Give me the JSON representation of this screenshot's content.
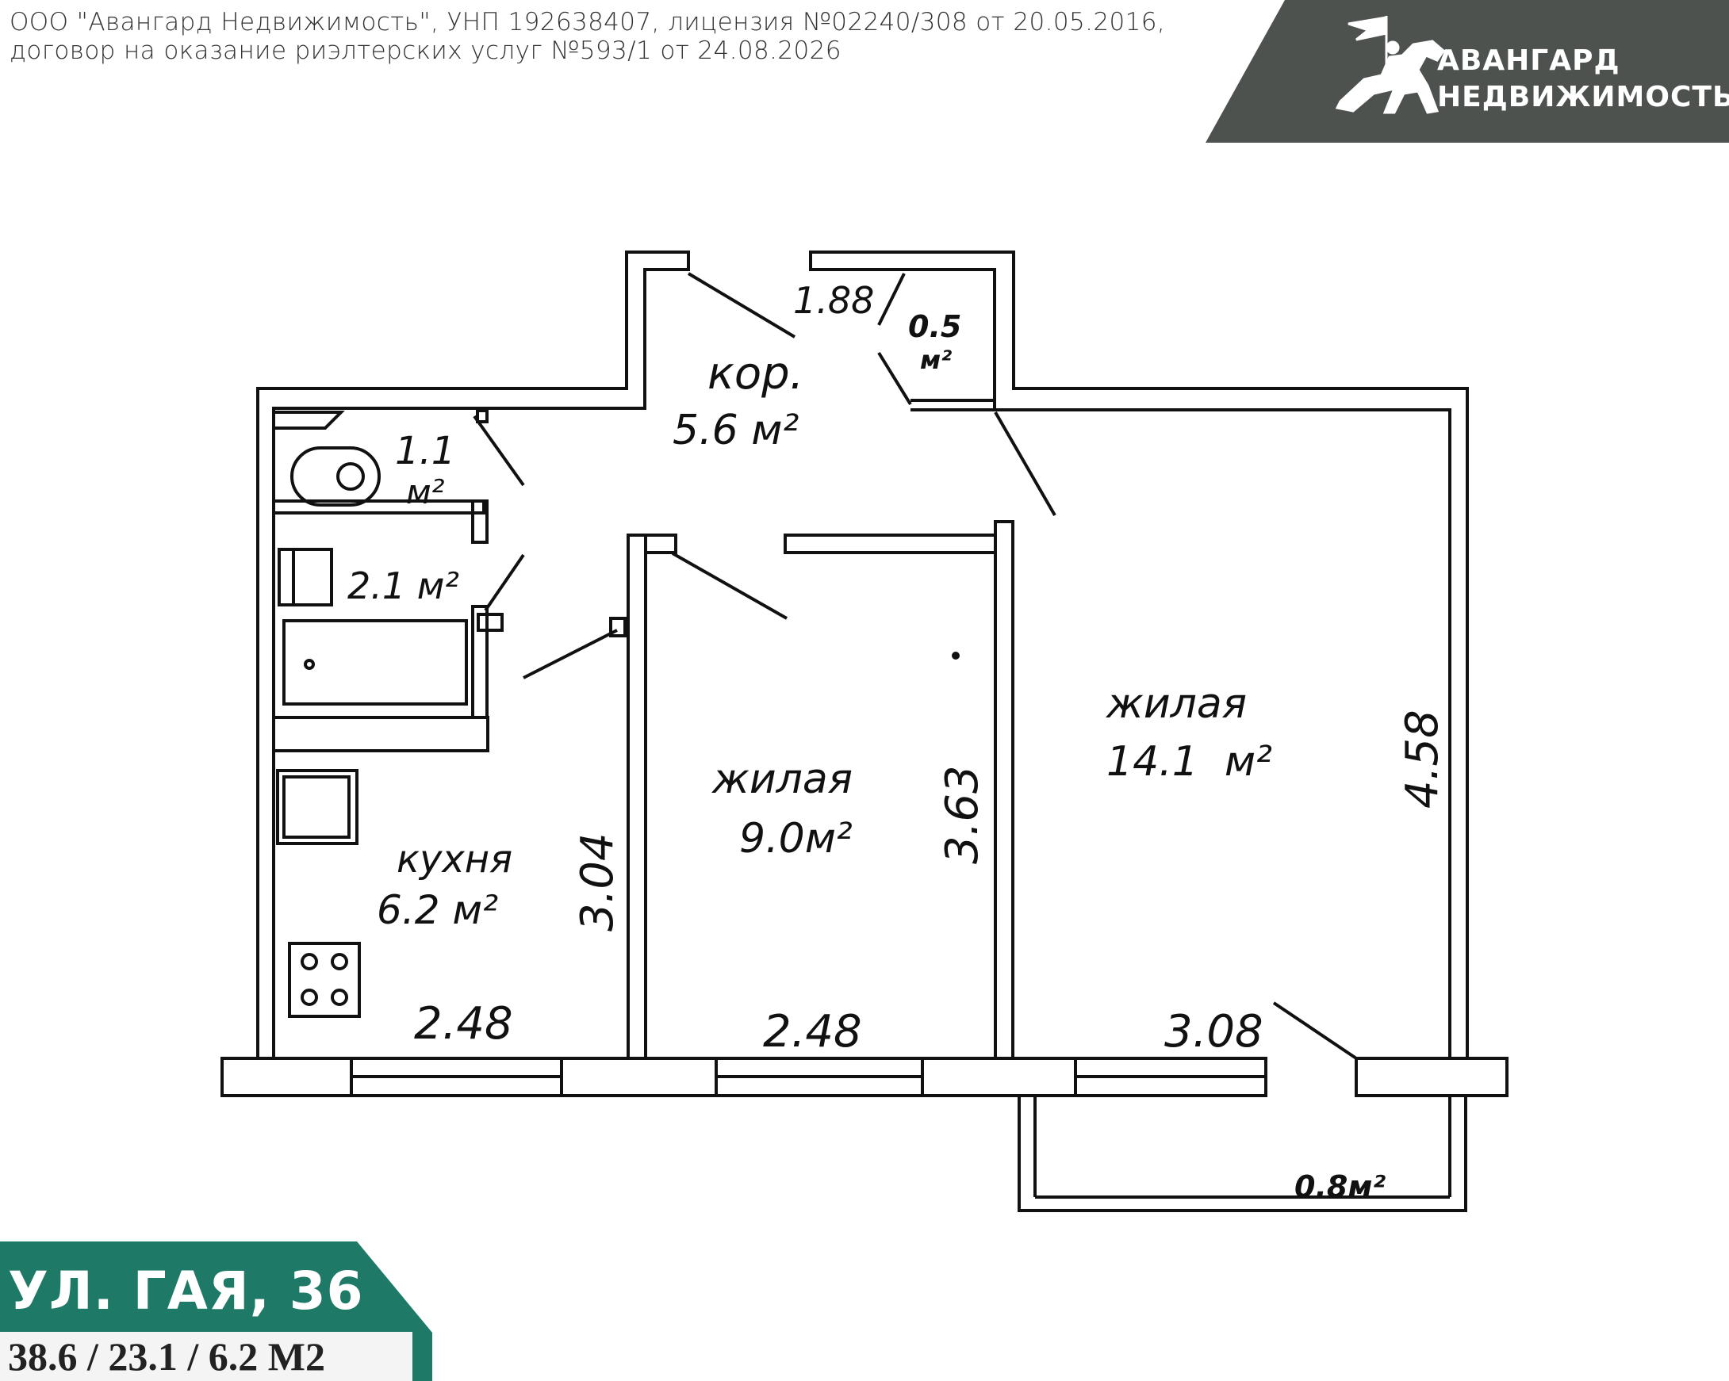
{
  "header": {
    "legal_line1": "ООО \"Авангард Недвижимость\", УНП 192638407, лицензия №02240/308 от 20.05.2016,",
    "legal_line2": "договор на оказание риэлтерских услуг №593/1 от 24.08.2026"
  },
  "brand": {
    "name_line1": "АВАНГАРД",
    "name_line2": "НЕДВИЖИМОСТЬ",
    "logo_icon": "knight-on-horse-icon",
    "banner_color": "#4d524f"
  },
  "floor_plan": {
    "rooms": {
      "corridor": {
        "label": "кор.",
        "area": "5.6 м²"
      },
      "storage": {
        "area_value": "0.5",
        "area_unit": "м²"
      },
      "toilet": {
        "area_value": "1.1",
        "area_unit": "м²"
      },
      "bathroom": {
        "area": "2.1 м²"
      },
      "kitchen": {
        "label": "кухня",
        "area": "6.2 м²"
      },
      "bedroom": {
        "label": "жилая",
        "area": "9.0м²"
      },
      "living_room": {
        "label": "жилая",
        "area": "14.1  м²"
      },
      "balcony": {
        "area": "0.8м²"
      }
    },
    "dimensions": {
      "storage_width": "1.88",
      "kitchen_depth": "3.04",
      "bedroom_depth": "3.63",
      "living_depth": "4.58",
      "kitchen_width": "2.48",
      "bedroom_width": "2.48",
      "living_width": "3.08"
    }
  },
  "footer": {
    "address": "УЛ. ГАЯ, 36",
    "areas": "38.6 / 23.1 / 6.2 М2",
    "banner_color": "#1e7a66"
  }
}
